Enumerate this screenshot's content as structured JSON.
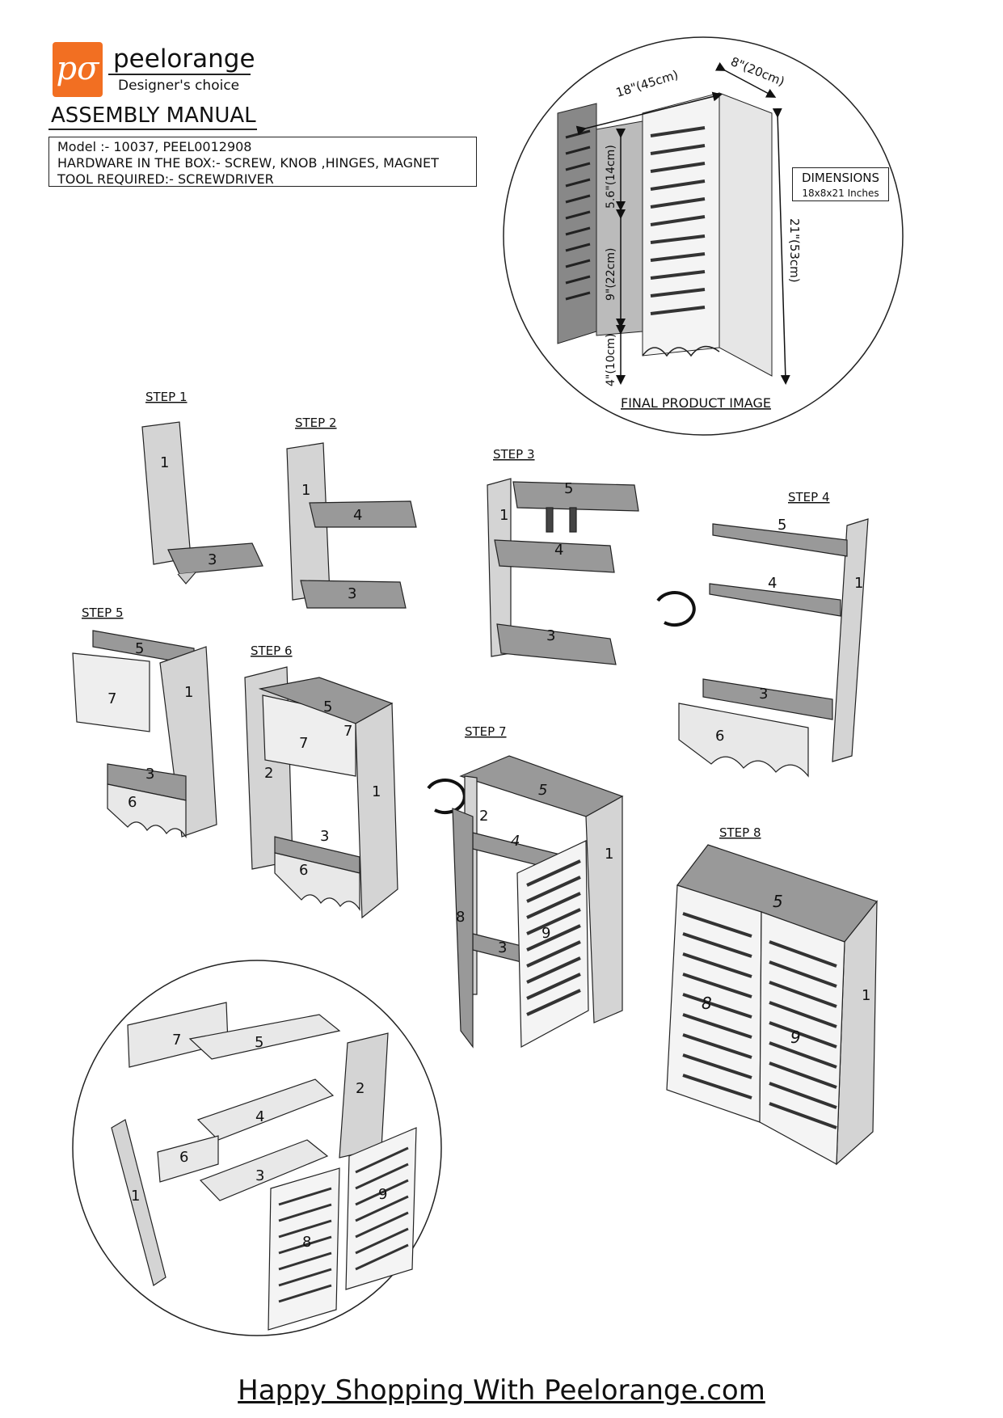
{
  "brand": {
    "logo_text": "pσ",
    "name": "peelorange",
    "tagline": "Designer's choice"
  },
  "title": "ASSEMBLY MANUAL",
  "info": {
    "model": "Model :- 10037, PEEL0012908",
    "hardware": "HARDWARE IN THE BOX:- SCREW, KNOB ,HINGES, MAGNET",
    "tool": "TOOL REQUIRED:- SCREWDRIVER"
  },
  "final_product": {
    "caption": "FINAL PRODUCT IMAGE",
    "dim_width": "18\"(45cm)",
    "dim_depth": "8\"(20cm)",
    "dim_height": "21\"(53cm)",
    "dim_shelf1": "5.6\"(14cm)",
    "dim_shelf2": "9\"(22cm)",
    "dim_base": "4\"(10cm)",
    "dimensions_label": "DIMENSIONS",
    "dimensions_value": "18x8x21 Inches"
  },
  "steps": [
    "STEP 1",
    "STEP 2",
    "STEP 3",
    "STEP 4",
    "STEP 5",
    "STEP 6",
    "STEP 7",
    "STEP 8"
  ],
  "part_numbers": [
    "1",
    "2",
    "3",
    "4",
    "5",
    "6",
    "7",
    "8",
    "9"
  ],
  "footer": "Happy Shopping With Peelorange.com"
}
